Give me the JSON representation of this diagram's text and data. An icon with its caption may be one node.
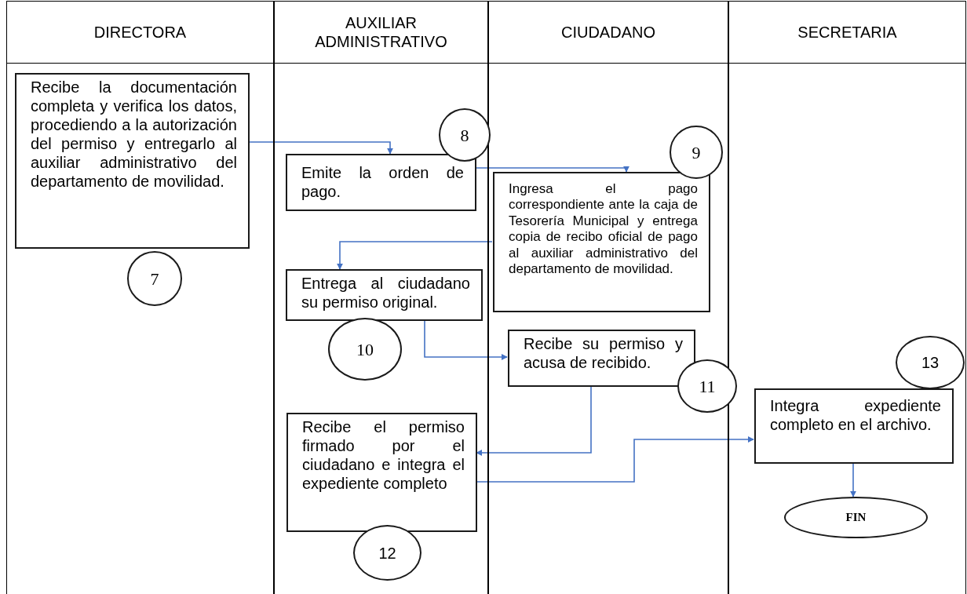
{
  "diagram": {
    "nodes": [
      {
        "text": [
          "DIRECTORA"
        ]
      },
      {
        "text": [
          "AUXILIAR ADMINISTRATIVO"
        ]
      },
      {
        "text": [
          "CIUDADANO"
        ]
      },
      {
        "text": [
          "SECRETARIA"
        ]
      },
      {
        "text": [
          "Recibe la documentación completa y verifica los datos, procediendo a la autorización del permiso y entregarlo al auxiliar administrativo del departamento de movilidad."
        ],
        "in": 0
      },
      {
        "text": [
          "7"
        ],
        "in": 0
      },
      {
        "text": [
          "Emite la orden de pago."
        ],
        "in": 1
      },
      {
        "text": [
          "8"
        ],
        "in": 1
      },
      {
        "text": [
          "Ingresa el pago correspondiente ante la caja de Tesorería Municipal y entrega copia de recibo oficial de pago al auxiliar administrativo del departamento de movilidad."
        ],
        "in": 2
      },
      {
        "text": [
          "9"
        ],
        "in": 2
      },
      {
        "text": [
          "Entrega al ciudadano su permiso original."
        ],
        "in": 1
      },
      {
        "text": [
          "10"
        ],
        "in": 1
      },
      {
        "text": [
          "Recibe su permiso y acusa de recibido."
        ],
        "in": 2
      },
      {
        "text": [
          "11"
        ],
        "in": 2
      },
      {
        "text": [
          "Recibe el permiso firmado por el ciudadano e integra el expediente completo"
        ],
        "in": 1
      },
      {
        "text": [
          "12"
        ],
        "in": 1
      },
      {
        "text": [
          "Integra expediente completo en el archivo."
        ],
        "in": 3
      },
      {
        "text": [
          "13"
        ],
        "in": 3
      },
      {
        "text": [
          "FIN"
        ],
        "in": 3
      }
    ],
    "edges": [
      {
        "from": 4,
        "to": 6,
        "arrow": "to"
      },
      {
        "from": 6,
        "to": 8,
        "arrow": "to"
      },
      {
        "from": 8,
        "to": 10,
        "arrow": "to"
      },
      {
        "from": 10,
        "to": 12,
        "arrow": "to"
      },
      {
        "from": 12,
        "to": 14,
        "arrow": "to"
      },
      {
        "from": 14,
        "to": 16,
        "arrow": "to"
      },
      {
        "from": 16,
        "to": 18,
        "arrow": "to"
      }
    ]
  }
}
